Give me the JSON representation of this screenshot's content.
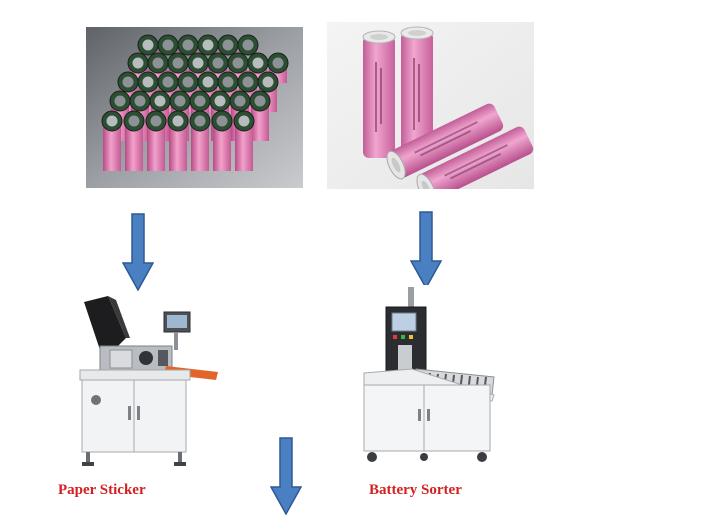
{
  "diagram": {
    "photos": [
      {
        "name": "battery-cells-bundle-photo",
        "depicts": "bundle of pink cylindrical battery cells"
      },
      {
        "name": "battery-cells-loose-photo",
        "depicts": "four loose pink cylindrical battery cells"
      },
      {
        "name": "paper-sticker-machine-photo",
        "depicts": "paper sticker machine"
      },
      {
        "name": "battery-sorter-machine-photo",
        "depicts": "battery sorter machine"
      }
    ],
    "labels": {
      "paper_sticker": "Paper Sticker",
      "battery_sorter": "Battery Sorter"
    },
    "colors": {
      "arrow_fill": "#4a7fc1",
      "arrow_stroke": "#2d5a94",
      "caption": "#d42020",
      "battery_pink": "#e07fb4"
    }
  }
}
